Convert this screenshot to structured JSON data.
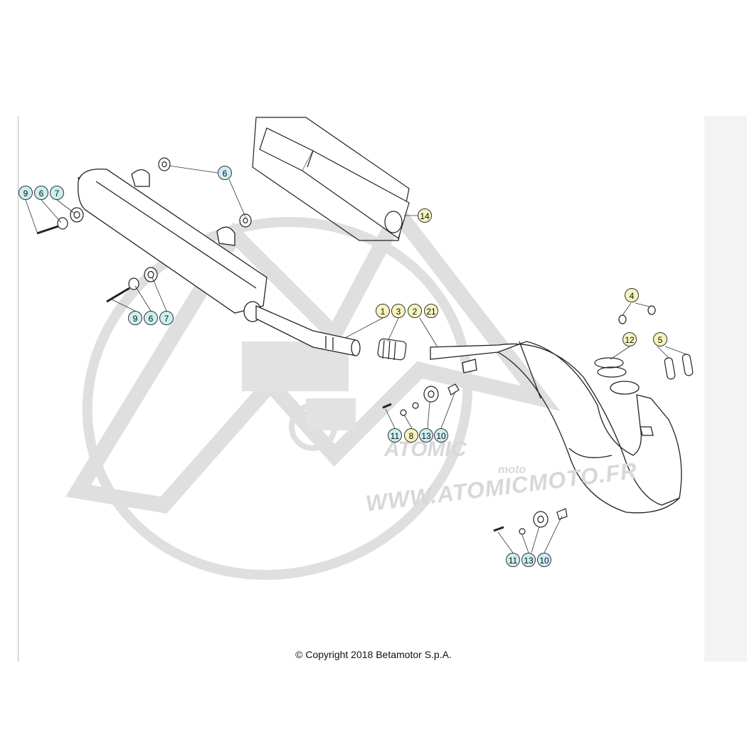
{
  "callouts": {
    "c9a": "9",
    "c6a": "6",
    "c7a": "7",
    "c6b": "6",
    "c14": "14",
    "c9b": "9",
    "c6c": "6",
    "c7b": "7",
    "c1": "1",
    "c3": "3",
    "c2": "2",
    "c21": "21",
    "c4": "4",
    "c12": "12",
    "c5": "5",
    "c11a": "11",
    "c8": "8",
    "c13a": "13",
    "c10a": "10",
    "c11b": "11",
    "c13b": "13",
    "c10b": "10"
  },
  "watermark": {
    "logo": "ATOMIC",
    "logo_sub": "moto",
    "url": "WWW.ATOMICMOTO.FR"
  },
  "copyright": "© Copyright 2018 Betamotor S.p.A.",
  "colors": {
    "badge_blue": "#cdeef3",
    "badge_yellow": "#f6f3be",
    "line": "#222222",
    "watermark": "#d6d6d6"
  }
}
